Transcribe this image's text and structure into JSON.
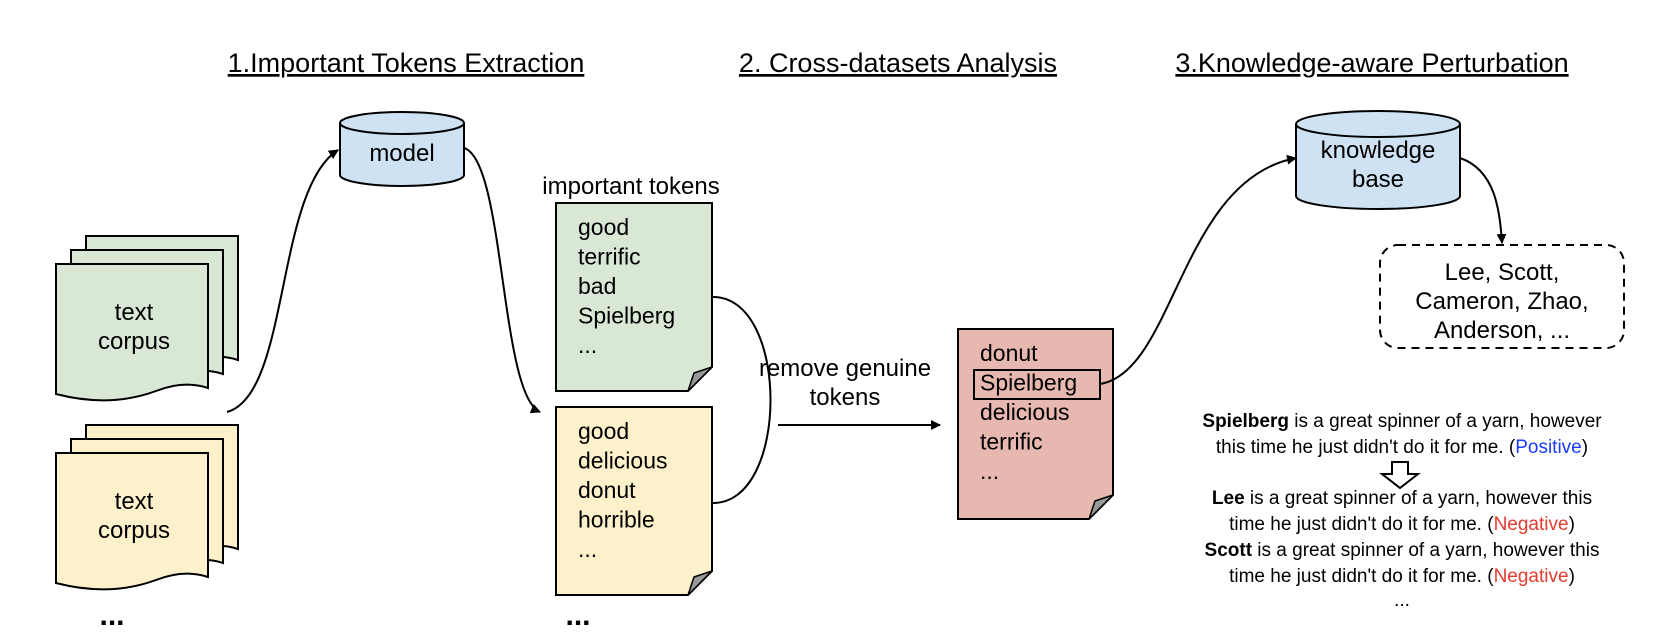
{
  "sections": {
    "step1": "1.Important Tokens Extraction",
    "step2": "2. Cross-datasets Analysis",
    "step3": "3.Knowledge-aware Perturbation"
  },
  "corpus": {
    "green": [
      "text",
      "corpus"
    ],
    "yellow": [
      "text",
      "corpus"
    ],
    "more": "..."
  },
  "model": {
    "label": "model"
  },
  "important_tokens": {
    "caption": "important tokens",
    "green_doc": [
      "good",
      "terrific",
      "bad",
      "Spielberg",
      "..."
    ],
    "yellow_doc": [
      "good",
      "delicious",
      "donut",
      "horrible",
      "..."
    ],
    "more": "..."
  },
  "remove_step": {
    "label": [
      "remove genuine",
      "tokens"
    ]
  },
  "filtered_doc": {
    "items": [
      "donut",
      "Spielberg",
      "delicious",
      "terrific",
      "..."
    ],
    "highlighted": "Spielberg"
  },
  "knowledge_base": {
    "label": [
      "knowledge",
      "base"
    ]
  },
  "candidates": {
    "lines": [
      "Lee, Scott,",
      "Cameron, Zhao,",
      "Anderson, ..."
    ]
  },
  "examples": {
    "original": {
      "subject": "Spielberg",
      "line1_rest": " is a great spinner of a yarn, however",
      "line2": "this time he just didn't do it for me. (",
      "label": "Positive",
      "close": ")"
    },
    "perturbed": [
      {
        "subject": "Lee",
        "line1_rest": " is a great spinner of a yarn, however this",
        "line2": "time he just didn't do it for me. (",
        "label": "Negative",
        "close": ")"
      },
      {
        "subject": "Scott",
        "line1_rest": " is a great spinner of a yarn, however this",
        "line2": "time he just didn't do it for me. (",
        "label": "Negative",
        "close": ")"
      }
    ],
    "more": "..."
  },
  "colors": {
    "green_fill": "#d9e7d5",
    "yellow_fill": "#fdf1cc",
    "red_fill": "#e6b8af",
    "blue_fill": "#cfe2f3",
    "positive": "#1a3cff",
    "negative": "#e53a2f",
    "fold": "#999999"
  }
}
